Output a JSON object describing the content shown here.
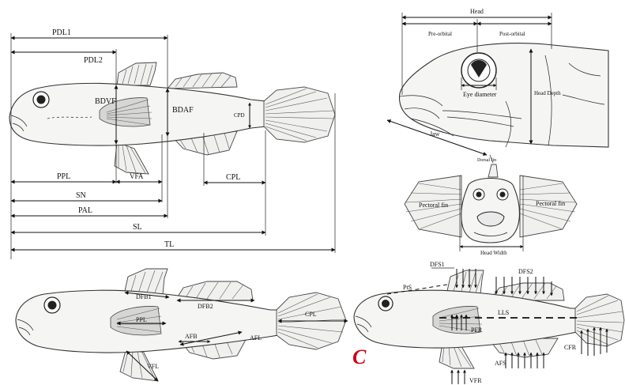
{
  "panel_a": {
    "labels": {
      "pdl1": "PDL1",
      "pdl2": "PDL2",
      "bdvf": "BDVF",
      "bdaf": "BDAF",
      "cpd": "CPD",
      "ppl": "PPL",
      "vfa": "VFA",
      "cpl": "CPL",
      "sn": "SN",
      "pal": "PAL",
      "sl": "SL",
      "tl": "TL"
    }
  },
  "panel_head": {
    "labels": {
      "head": "Head",
      "pre_orbital": "Pre-orbital",
      "post_orbital": "Post-orbital",
      "eye_diameter": "Eye diameter",
      "head_depth": "Head Depth",
      "jaw": "Jaw"
    }
  },
  "panel_front": {
    "labels": {
      "dorsal_fin": "Dorsal fin",
      "pectoral_fin_left": "Pectoral fin",
      "pectoral_fin_right": "Pectoral fin",
      "head_width": "Head Width"
    }
  },
  "panel_b": {
    "labels": {
      "dfb1": "DFB1",
      "dfb2": "DFB2",
      "ppl": "PPL",
      "cpl": "CPL",
      "afb": "AFB",
      "afl": "AFL",
      "vfl": "VFL"
    }
  },
  "panel_c": {
    "letter": "C",
    "labels": {
      "dfs1": "DFS1",
      "dfs2": "DFS2",
      "ps": "PtS",
      "lls": "LLS",
      "pfr": "PFR",
      "afs": "AFS",
      "cfr": "CFR",
      "vfr": "VFR"
    }
  }
}
